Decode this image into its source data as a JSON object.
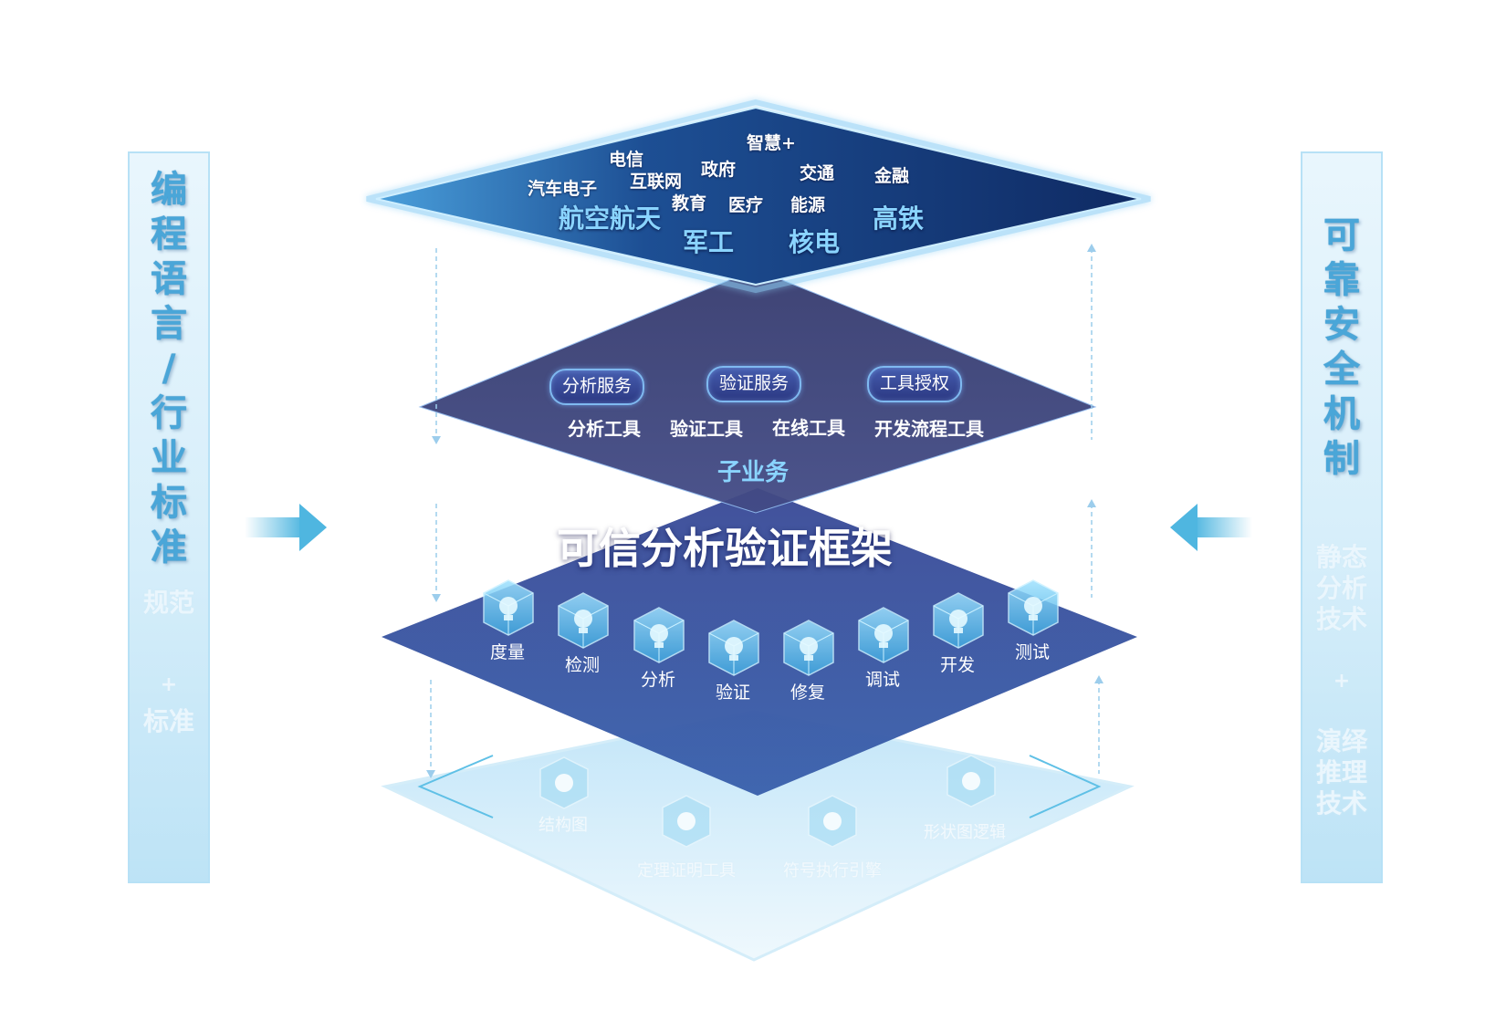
{
  "colors": {
    "top_layer": "#163a78",
    "middle_layer": "#3b4479",
    "core_layer": "#3a5aa4",
    "base_layer": "#dff1fb",
    "accent": "#4fb6e0"
  },
  "left_panel": {
    "title_chars": [
      "编",
      "程",
      "语",
      "言",
      "/",
      "行",
      "业",
      "标",
      "准"
    ],
    "sub_top": "规范",
    "plus": "+",
    "sub_bottom": "标准"
  },
  "right_panel": {
    "title_chars": [
      "可",
      "靠",
      "安",
      "全",
      "机",
      "制"
    ],
    "sub_top": [
      "静态",
      "分析",
      "技术"
    ],
    "plus": "+",
    "sub_bottom": [
      "演绎",
      "推理",
      "技术"
    ]
  },
  "industries": {
    "small": [
      "智慧+",
      "电信",
      "政府",
      "交通",
      "金融",
      "汽车电子",
      "互联网",
      "教育",
      "医疗",
      "能源"
    ],
    "large": [
      "航空航天",
      "军工",
      "核电",
      "高铁"
    ]
  },
  "services": [
    "分析服务",
    "验证服务",
    "工具授权"
  ],
  "tools_row": [
    "分析工具",
    "验证工具",
    "在线工具",
    "开发流程工具"
  ],
  "sub_business": "子业务",
  "core_title": "可信分析验证框架",
  "functions": [
    "度量",
    "检测",
    "分析",
    "验证",
    "修复",
    "调试",
    "开发",
    "测试"
  ],
  "base_tools": [
    "结构图",
    "定理证明工具",
    "符号执行引擎",
    "形状图逻辑"
  ],
  "icons": {
    "function": "bulb-cube-icon",
    "base": [
      "building-chart-icon",
      "gear-icon",
      "cycle-icon",
      "blocks-icon"
    ]
  }
}
